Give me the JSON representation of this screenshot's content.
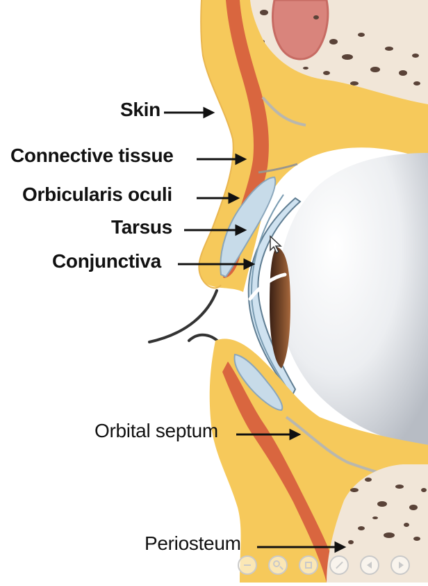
{
  "labels": {
    "skin": "Skin",
    "connective_tissue": "Connective tissue",
    "orbicularis_oculi": "Orbicularis oculi",
    "tarsus": "Tarsus",
    "conjunctiva": "Conjunctiva",
    "orbital_septum": "Orbital septum",
    "periosteum": "Periosteum"
  },
  "colors": {
    "fat": "#f6c95b",
    "muscle": "#d9663f",
    "bone": "#f1e6d8",
    "bone_pore": "#5a4338",
    "tarsus": "#c7dbe9",
    "eyeball": "#dfe2e7",
    "cornea": "#cfe2f0",
    "iris": "#7a4a2a",
    "septum": "#b9b7ae"
  },
  "player_controls": [
    "zoom-out-icon",
    "search-icon",
    "grid-icon",
    "pen-icon",
    "prev-icon",
    "next-icon"
  ]
}
